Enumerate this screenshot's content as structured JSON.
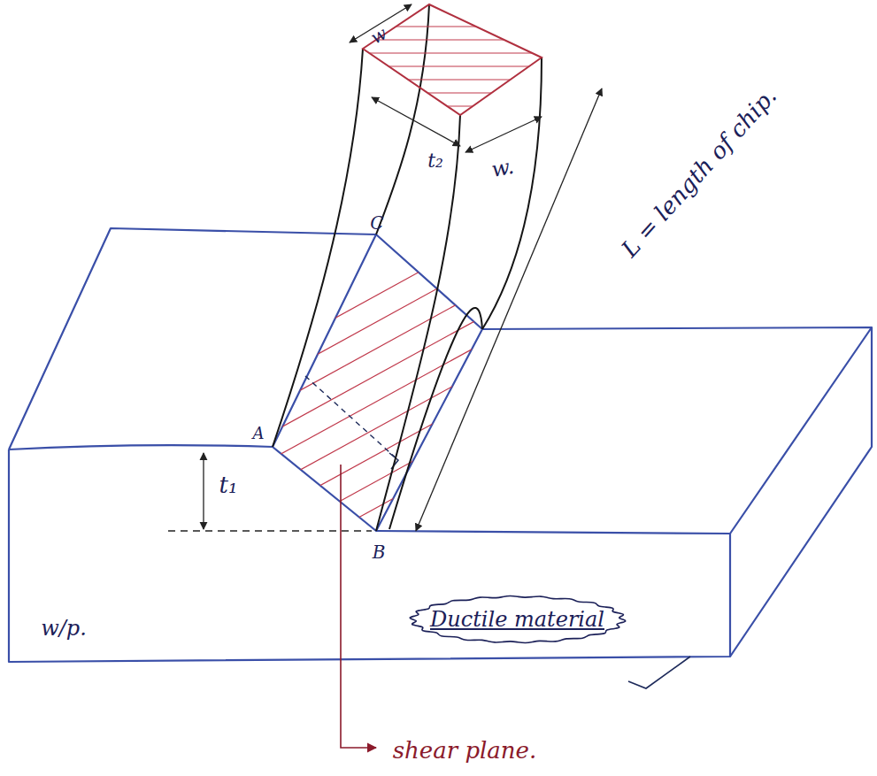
{
  "diagram": {
    "nodes": [
      {
        "text": [
          "Ductile material"
        ]
      }
    ],
    "labels": [
      "w",
      "t₂",
      "w.",
      "L = length of chip.",
      "C",
      "A",
      "t₁",
      "B",
      "w/p.",
      "shear plane."
    ]
  }
}
